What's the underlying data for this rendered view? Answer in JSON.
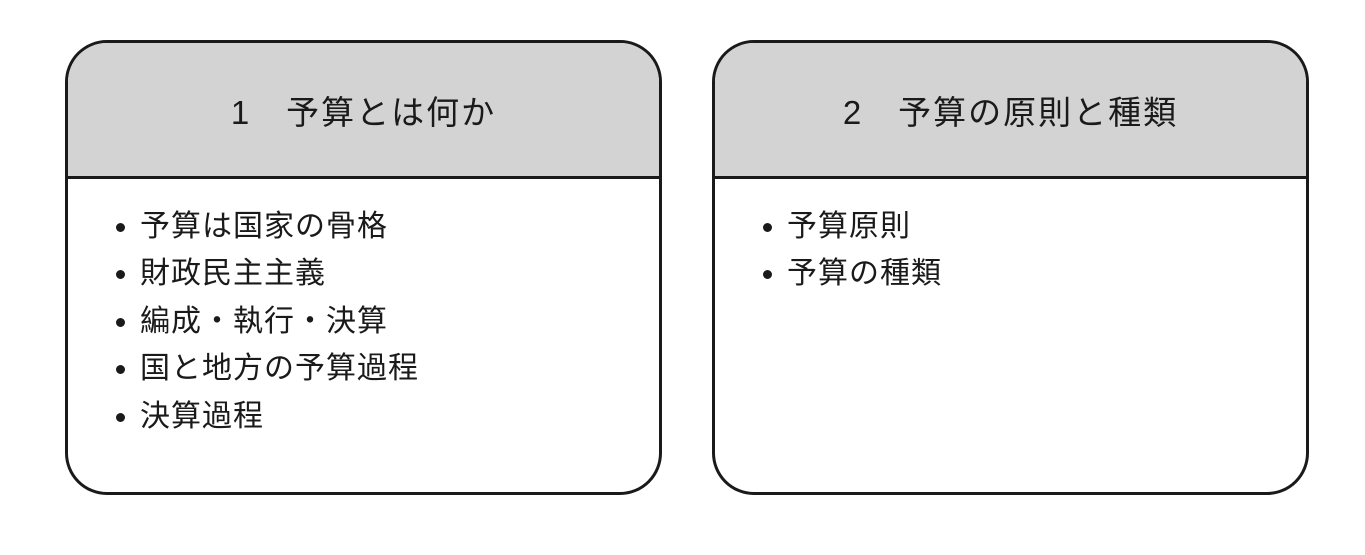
{
  "colors": {
    "background": "#ffffff",
    "border": "#1a1a1a",
    "header_bg": "#d3d3d3",
    "text": "#1a1a1a"
  },
  "cards": [
    {
      "title": "1　予算とは何か",
      "bullets": [
        "予算は国家の骨格",
        "財政民主主義",
        "編成・執行・決算",
        "国と地方の予算過程",
        "決算過程"
      ]
    },
    {
      "title": "2　予算の原則と種類",
      "bullets": [
        "予算原則",
        "予算の種類"
      ]
    }
  ]
}
